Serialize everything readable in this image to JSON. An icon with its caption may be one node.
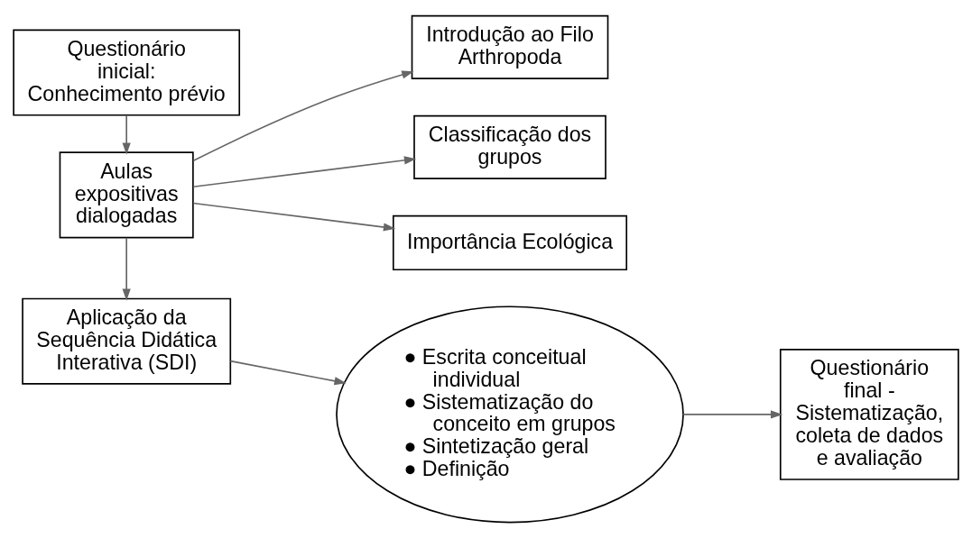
{
  "diagram": {
    "nodes": [
      {
        "text": [
          "Questionário inicial: Conhecimento prévio"
        ]
      },
      {
        "text": [
          "Aulas expositivas dialogadas"
        ]
      },
      {
        "text": [
          "Introdução ao Filo Arthropoda"
        ]
      },
      {
        "text": [
          "Classificação dos grupos"
        ]
      },
      {
        "text": [
          "Importância Ecológica"
        ]
      },
      {
        "text": [
          "Aplicação da Sequência Didática Interativa (SDI)"
        ]
      },
      {
        "text": [
          "● Escrita conceitual individual",
          "● Sistematização do conceito em grupos",
          "● Sintetização geral",
          "● Definição"
        ]
      },
      {
        "text": [
          "Questionário final - Sistematização, coleta de dados e avaliação"
        ]
      }
    ],
    "edges": [
      {
        "from": 0,
        "to": 1,
        "arrow": "to"
      },
      {
        "from": 1,
        "to": 2,
        "arrow": "to"
      },
      {
        "from": 1,
        "to": 3,
        "arrow": "to"
      },
      {
        "from": 1,
        "to": 4,
        "arrow": "to"
      },
      {
        "from": 1,
        "to": 5,
        "arrow": "to"
      },
      {
        "from": 5,
        "to": 6,
        "arrow": "to"
      },
      {
        "from": 6,
        "to": 7,
        "arrow": "to"
      }
    ]
  }
}
